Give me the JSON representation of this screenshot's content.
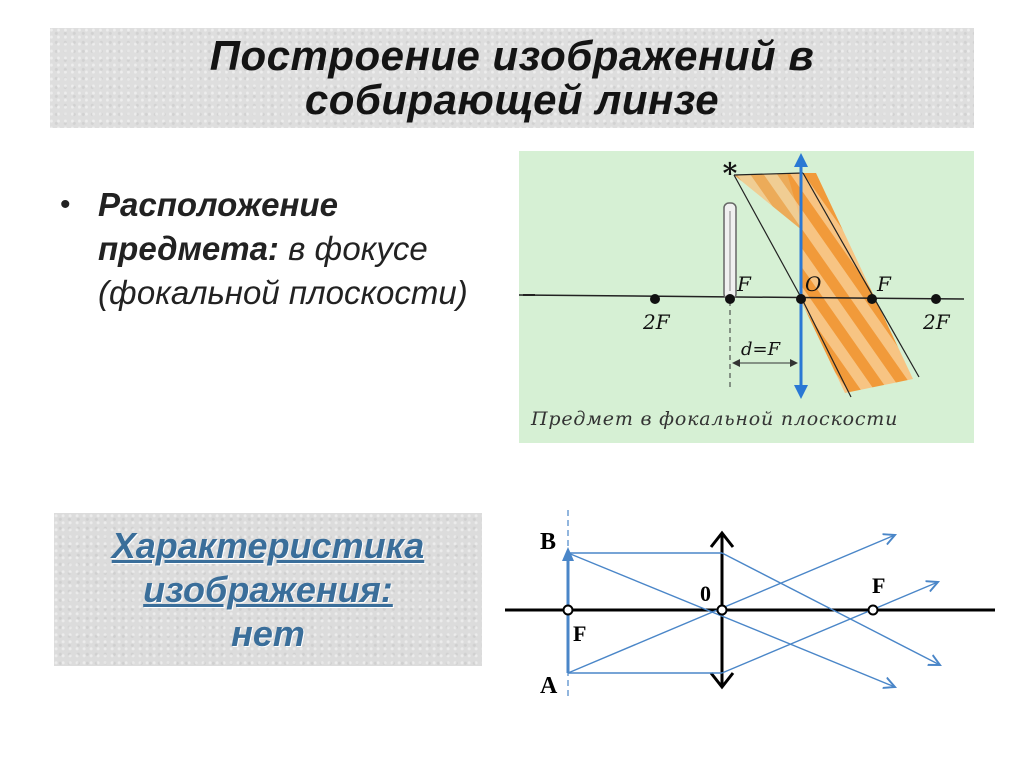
{
  "slide": {
    "title_line1": "Построение изображений в",
    "title_line2": "собирающей линзе"
  },
  "bullet": {
    "marker": "•",
    "bold_text": "Расположение предмета:",
    "normal_text": " в фокусе (фокальной плоскости)"
  },
  "top_figure": {
    "labels": {
      "left_2f": "2F",
      "focus_left": "F",
      "center": "O",
      "focus_right": "F",
      "right_2f": "2F",
      "distance": "d=F"
    },
    "caption": "Предмет в фокальной плоскости",
    "colors": {
      "background": "#d6f0d4",
      "lens": "#2a78d4",
      "beam": "#f4a040"
    }
  },
  "characteristic": {
    "line1": "Характеристика",
    "line2": "изображения:",
    "value": "нет"
  },
  "bottom_figure": {
    "labels": {
      "top_point": "B",
      "bottom_point": "A",
      "focus_left": "F",
      "center": "0",
      "focus_right": "F"
    },
    "colors": {
      "rays": "#4a86c8",
      "axis": "#000000"
    }
  }
}
